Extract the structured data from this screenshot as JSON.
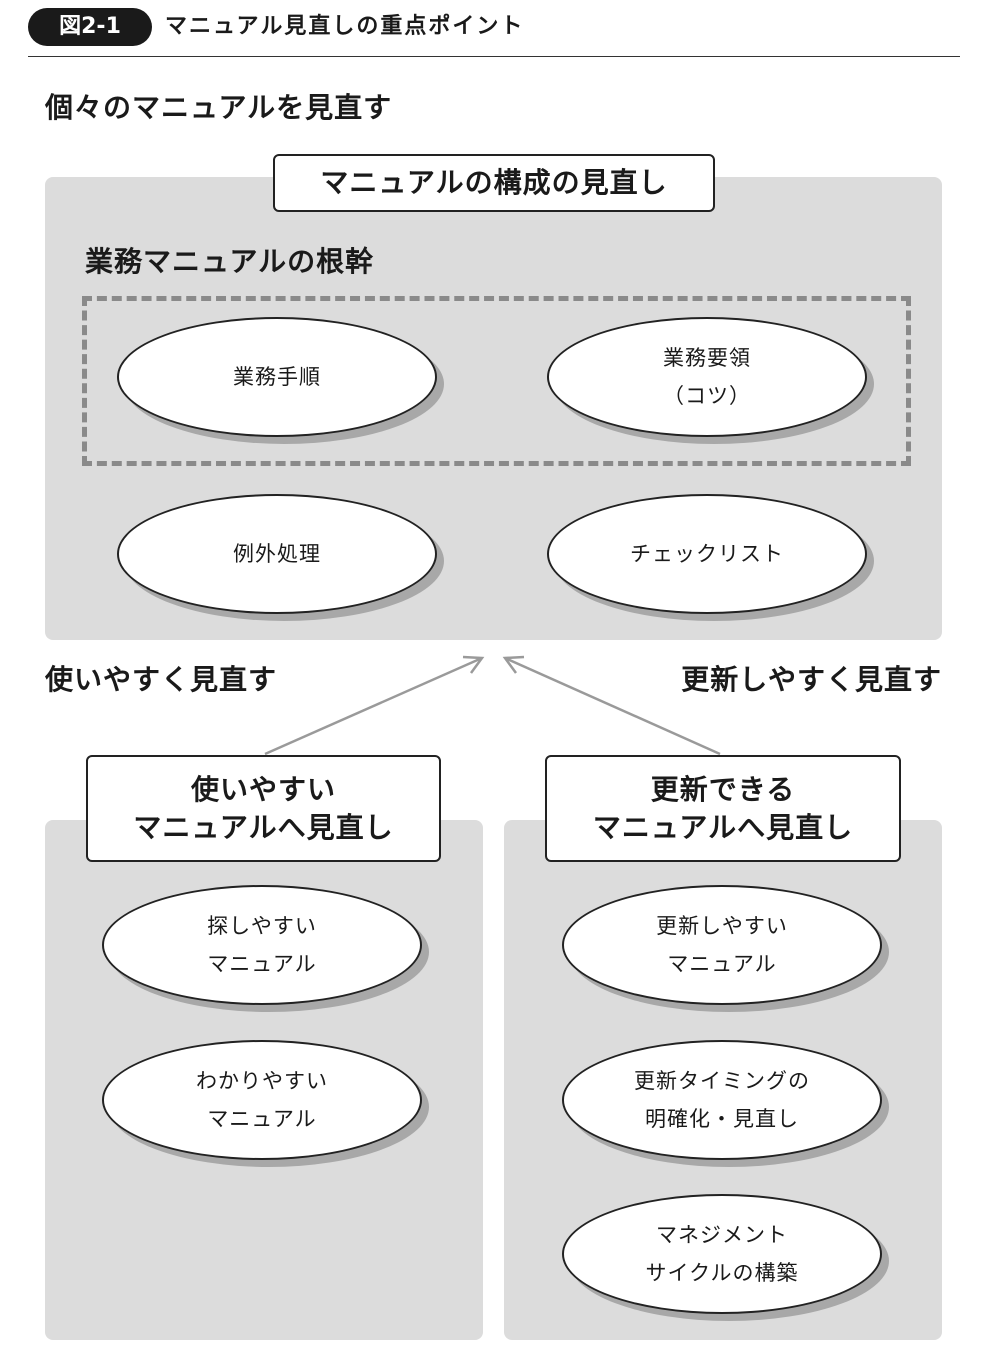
{
  "header": {
    "figure_label": "図2-1",
    "title": "マニュアル見直しの重点ポイント"
  },
  "top_section": {
    "heading": "個々のマニュアルを見直す",
    "box_title": "マニュアルの構成の見直し",
    "subheading": "業務マニュアルの根幹",
    "core_items": [
      {
        "line1": "業務手順"
      },
      {
        "line1": "業務要領",
        "line2": "（コツ）"
      }
    ],
    "other_items": [
      {
        "line1": "例外処理"
      },
      {
        "line1": "チェックリスト"
      }
    ]
  },
  "left_section": {
    "heading": "使いやすく見直す",
    "box_line1": "使いやすい",
    "box_line2": "マニュアルへ見直し",
    "items": [
      {
        "line1": "探しやすい",
        "line2": "マニュアル"
      },
      {
        "line1": "わかりやすい",
        "line2": "マニュアル"
      }
    ]
  },
  "right_section": {
    "heading": "更新しやすく見直す",
    "box_line1": "更新できる",
    "box_line2": "マニュアルへ見直し",
    "items": [
      {
        "line1": "更新しやすい",
        "line2": "マニュアル"
      },
      {
        "line1": "更新タイミングの",
        "line2": "明確化・見直し"
      },
      {
        "line1": "マネジメント",
        "line2": "サイクルの構築"
      }
    ]
  }
}
